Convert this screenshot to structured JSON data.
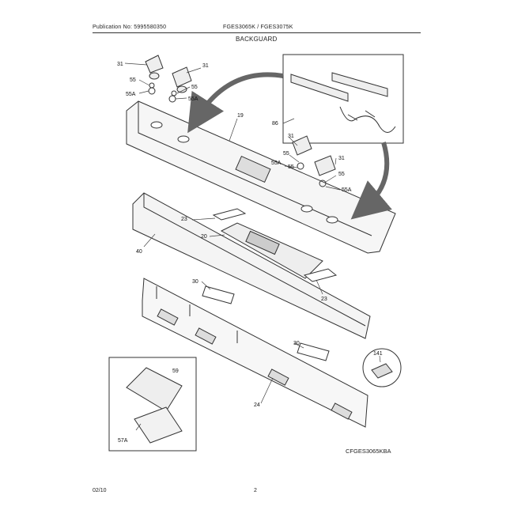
{
  "header": {
    "publication": "Publication No: 5995580350",
    "model": "FGES3065K / FGES3075K",
    "section": "BACKGUARD"
  },
  "footer": {
    "date": "02/10",
    "page": "2",
    "diagram_code": "CFGES3065KBA"
  },
  "callouts": {
    "knob_top_left": "31",
    "knob_top_right": "31",
    "spring_left": "55",
    "washer_left": "55A",
    "spring_right": "55",
    "washer_right": "55A",
    "panel": "19",
    "switch_assembly": "86",
    "knob_mid_left": "31",
    "spring_mid_left": "55",
    "washer_mid_left": "55A",
    "spring_mid_left_b": "55",
    "knob_mid_right": "31",
    "spring_mid_right": "55",
    "washer_mid_right": "55A",
    "bracket_top": "23",
    "control_board": "20",
    "trim": "40",
    "bracket_bottom": "23",
    "clip_upper": "30",
    "clip_lower": "30",
    "backguard": "24",
    "harness": "141",
    "inset_part_a": "59",
    "inset_part_b": "57A"
  }
}
